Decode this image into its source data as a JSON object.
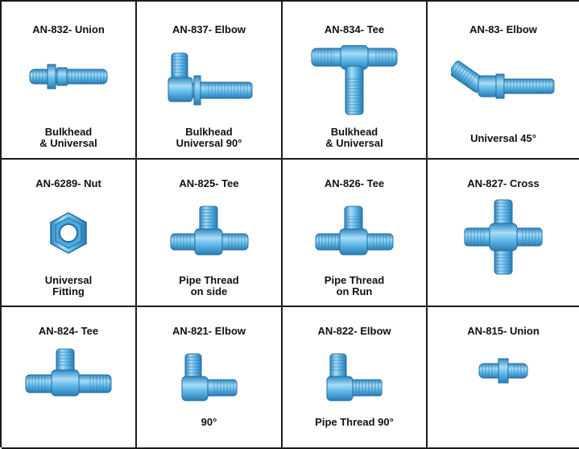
{
  "fittings": [
    {
      "part": "AN-832- Union",
      "caption": "Bulkhead\n& Universal",
      "icon": "union-bulkhead-fitting-icon"
    },
    {
      "part": "AN-837- Elbow",
      "caption": "Bulkhead\nUniversal 90°",
      "icon": "elbow-90-bulkhead-fitting-icon"
    },
    {
      "part": "AN-834- Tee",
      "caption": "Bulkhead\n& Universal",
      "icon": "tee-bulkhead-fitting-icon"
    },
    {
      "part": "AN-83- Elbow",
      "caption": "Universal 45°",
      "icon": "elbow-45-fitting-icon"
    },
    {
      "part": "AN-6289- Nut",
      "caption": "Universal\nFitting",
      "icon": "hex-nut-icon"
    },
    {
      "part": "AN-825- Tee",
      "caption": "Pipe Thread\non side",
      "icon": "tee-pipe-thread-side-icon"
    },
    {
      "part": "AN-826- Tee",
      "caption": "Pipe Thread\non Run",
      "icon": "tee-pipe-thread-run-icon"
    },
    {
      "part": "AN-827- Cross",
      "caption": "",
      "icon": "cross-fitting-icon"
    },
    {
      "part": "AN-824- Tee",
      "caption": "",
      "icon": "tee-fitting-icon"
    },
    {
      "part": "AN-821- Elbow",
      "caption": "90°",
      "icon": "elbow-90-fitting-icon"
    },
    {
      "part": "AN-822- Elbow",
      "caption": "Pipe Thread 90°",
      "icon": "elbow-90-pipe-thread-icon"
    },
    {
      "part": "AN-815- Union",
      "caption": "",
      "icon": "union-fitting-icon"
    }
  ],
  "colors": {
    "fitting": "#5fb8e8",
    "fitting_dark": "#2e86bf",
    "fitting_light": "#a9dcf6",
    "border": "#1b1b1b"
  }
}
